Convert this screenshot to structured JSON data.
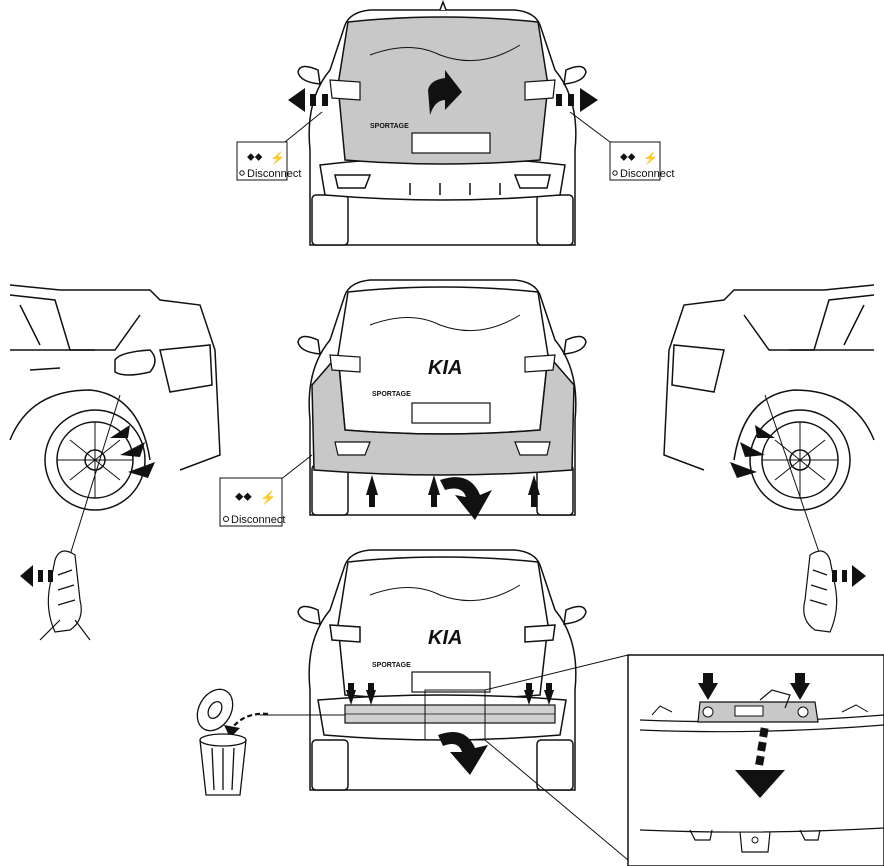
{
  "brand_text": "SPORTAGE",
  "logo_text": "KIA",
  "connector_labels": {
    "top_left": "Disconnect",
    "top_right": "Disconnect",
    "middle_left": "Disconnect"
  },
  "colors": {
    "line": "#111111",
    "panel_fill": "#c8c8c8",
    "background": "#ffffff"
  },
  "icons": [
    "connector-icon",
    "lightning-icon",
    "arrow-icon",
    "trash-bin-icon",
    "hand-icon",
    "wheel-icon"
  ]
}
